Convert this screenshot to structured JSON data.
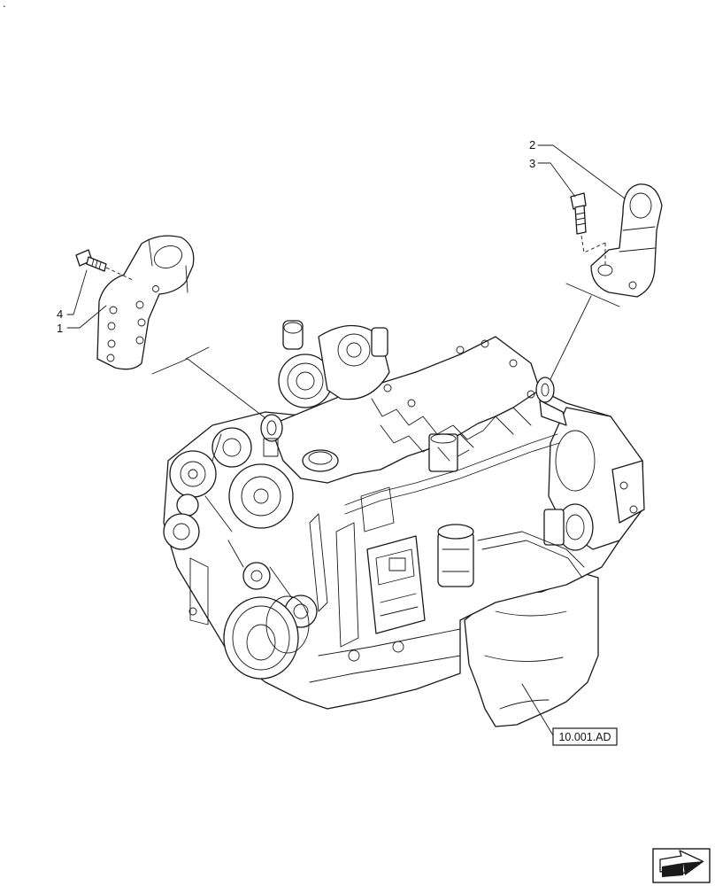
{
  "callouts": {
    "item_1": "1",
    "item_2": "2",
    "item_3": "3",
    "item_4": "4"
  },
  "reference_box": "10.001.AD",
  "corner_mark": ".",
  "icons": {
    "next_page": "arrow-right-icon"
  }
}
